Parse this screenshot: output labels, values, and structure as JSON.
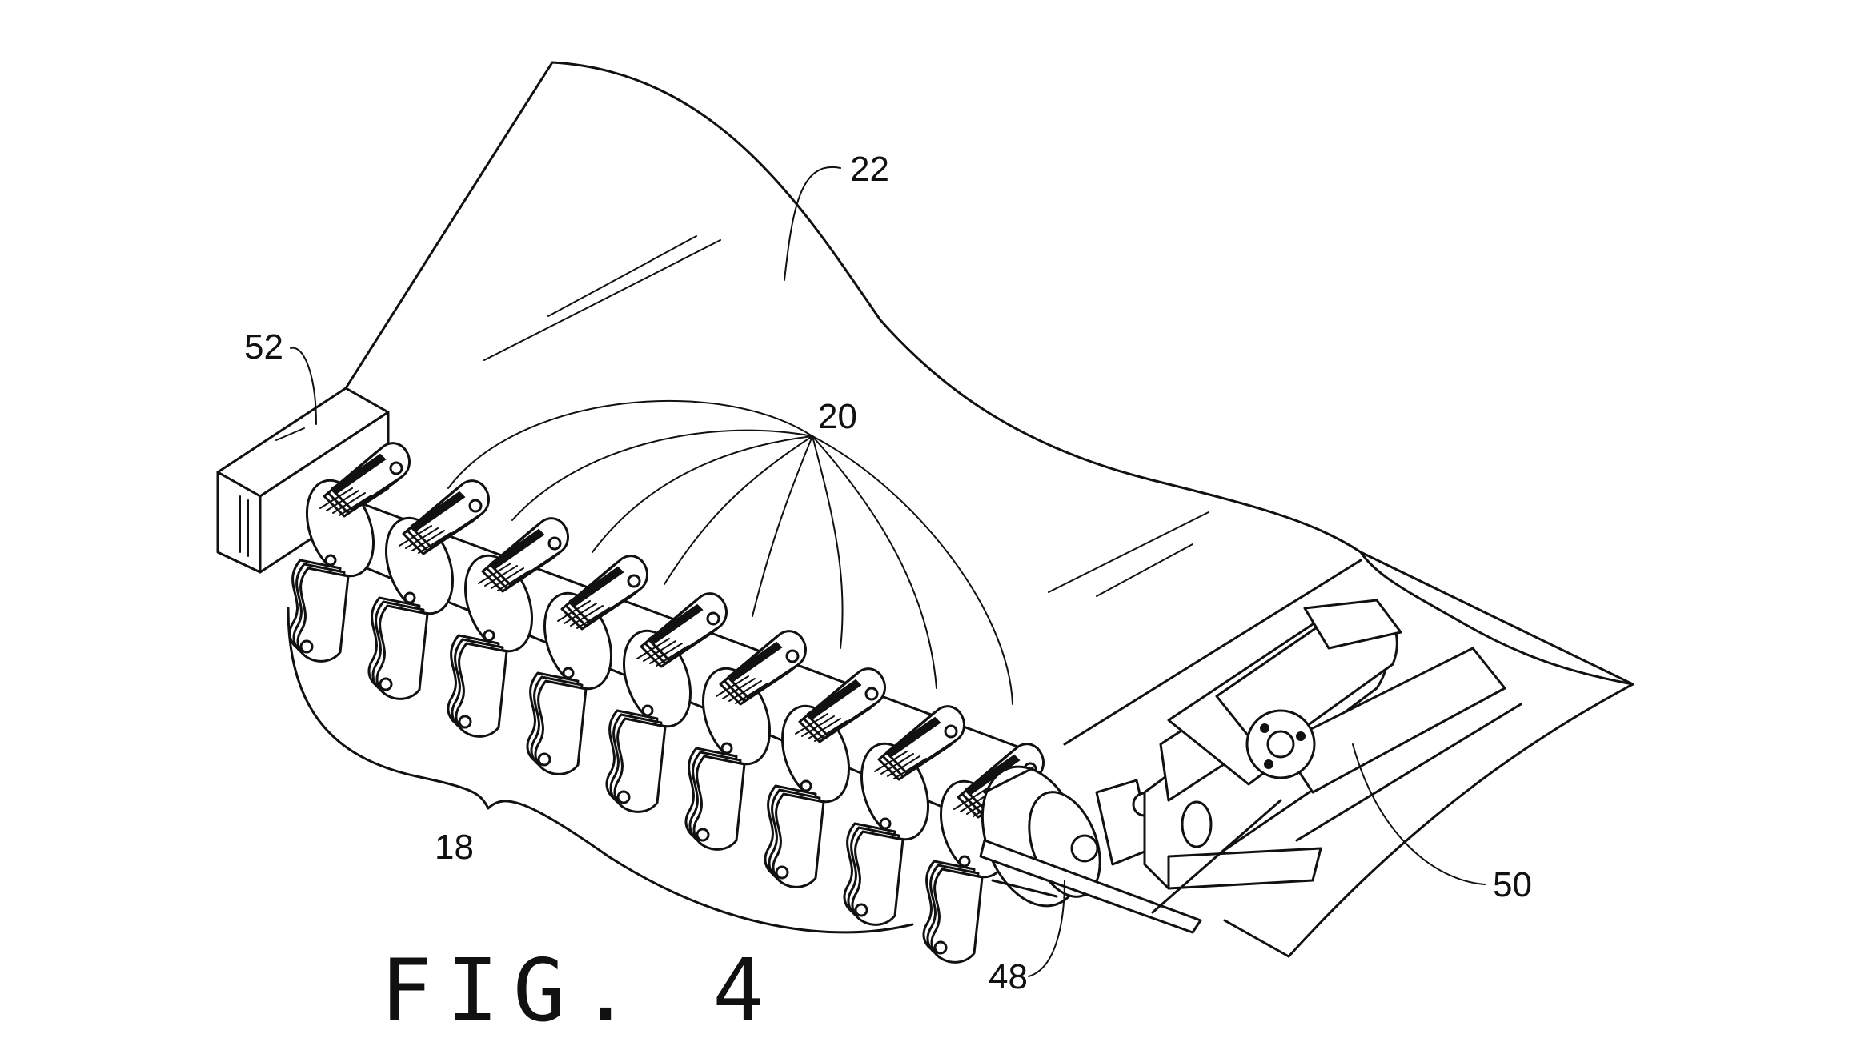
{
  "figure": {
    "title": "FIG. 4"
  },
  "references": {
    "r22": "22",
    "r52": "52",
    "r20": "20",
    "r18": "18",
    "r48": "48",
    "r50": "50"
  },
  "colors": {
    "ink": "#111111",
    "paper": "#ffffff"
  }
}
